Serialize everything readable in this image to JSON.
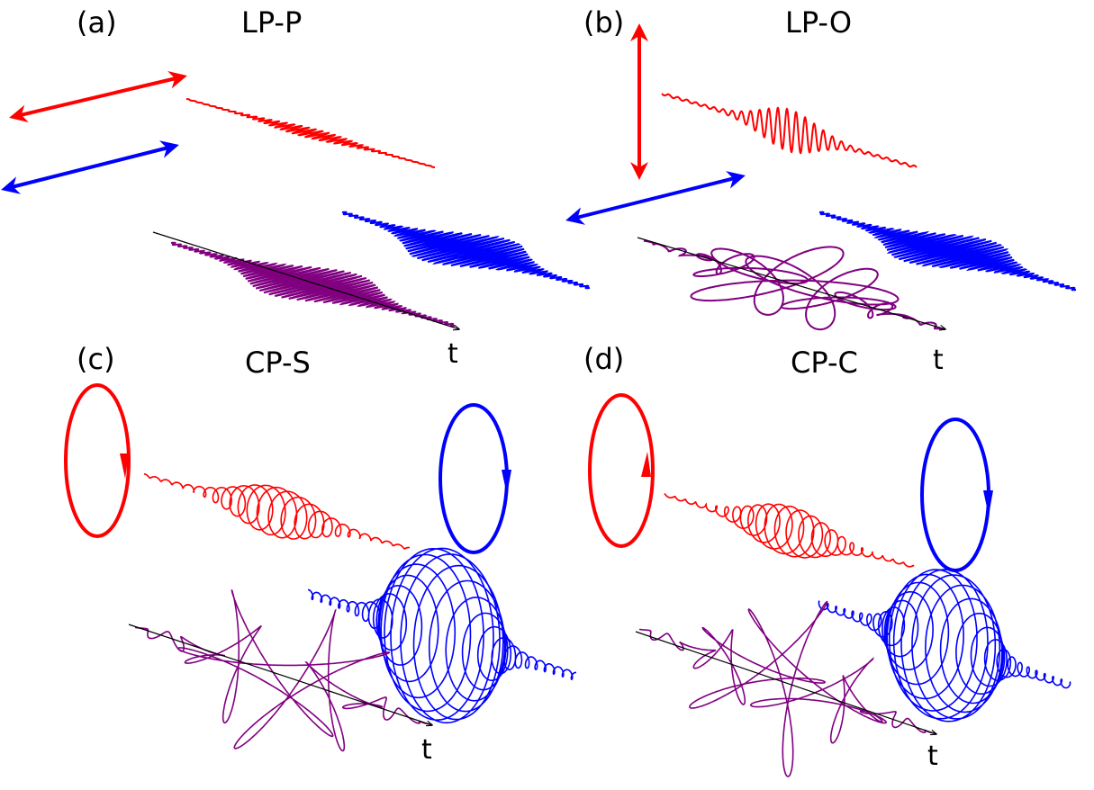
{
  "panels": [
    {
      "id": "a",
      "label": "(a)",
      "title": "LP-P",
      "time_axis_label": "t"
    },
    {
      "id": "b",
      "label": "(b)",
      "title": "LP-O",
      "time_axis_label": "t"
    },
    {
      "id": "c",
      "label": "(c)",
      "title": "CP-S",
      "time_axis_label": "t"
    },
    {
      "id": "d",
      "label": "(d)",
      "title": "CP-C",
      "time_axis_label": "t"
    }
  ],
  "colors": {
    "red_pulse": "#ff0000",
    "blue_pulse": "#0000ff",
    "combined_field": "#800080",
    "axis": "#000000"
  },
  "icons": {
    "polarization_arrow": "double-headed-arrow",
    "circular_polarization": "ellipse-with-arrowhead"
  }
}
